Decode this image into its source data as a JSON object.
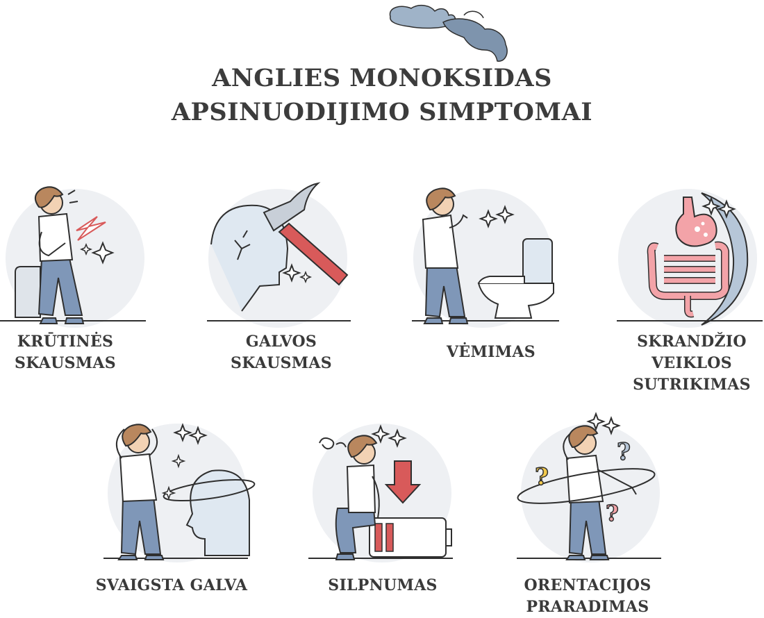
{
  "title": {
    "line1": "ANGLIES MONOKSIDAS",
    "line2": "APSINUODIJIMO SIMPTOMAI"
  },
  "colors": {
    "circle": "#eef0f3",
    "shirt": "#ffffff",
    "jeans": "#7f97b8",
    "hair": "#b9875e",
    "skin": "#f2d2b4",
    "accent_red": "#d85a5a",
    "outline": "#2f2f2f",
    "smoke": "#7e94ad"
  },
  "symptoms": [
    {
      "id": "chest",
      "icon": "chest-pain-person-icon",
      "lines": [
        "KRŪTINĖS",
        "SKAUSMAS"
      ]
    },
    {
      "id": "head",
      "icon": "hammer-head-icon",
      "lines": [
        "GALVOS",
        "SKAUSMAS"
      ]
    },
    {
      "id": "vomit",
      "icon": "toilet-vomit-icon",
      "lines": [
        "VĖMIMAS"
      ]
    },
    {
      "id": "stomach",
      "icon": "stomach-intestines-icon",
      "lines": [
        "SKRANDŽIO",
        "VEIKLOS",
        "SUTRIKIMAS"
      ]
    },
    {
      "id": "dizzy",
      "icon": "dizzy-head-icon",
      "lines": [
        "SVAIGSTA GALVA"
      ]
    },
    {
      "id": "weak",
      "icon": "low-battery-person-icon",
      "lines": [
        "SILPNUMAS"
      ]
    },
    {
      "id": "disorient",
      "icon": "question-marks-person-icon",
      "lines": [
        "ORENTACIJOS",
        "PRARADIMAS"
      ]
    }
  ]
}
